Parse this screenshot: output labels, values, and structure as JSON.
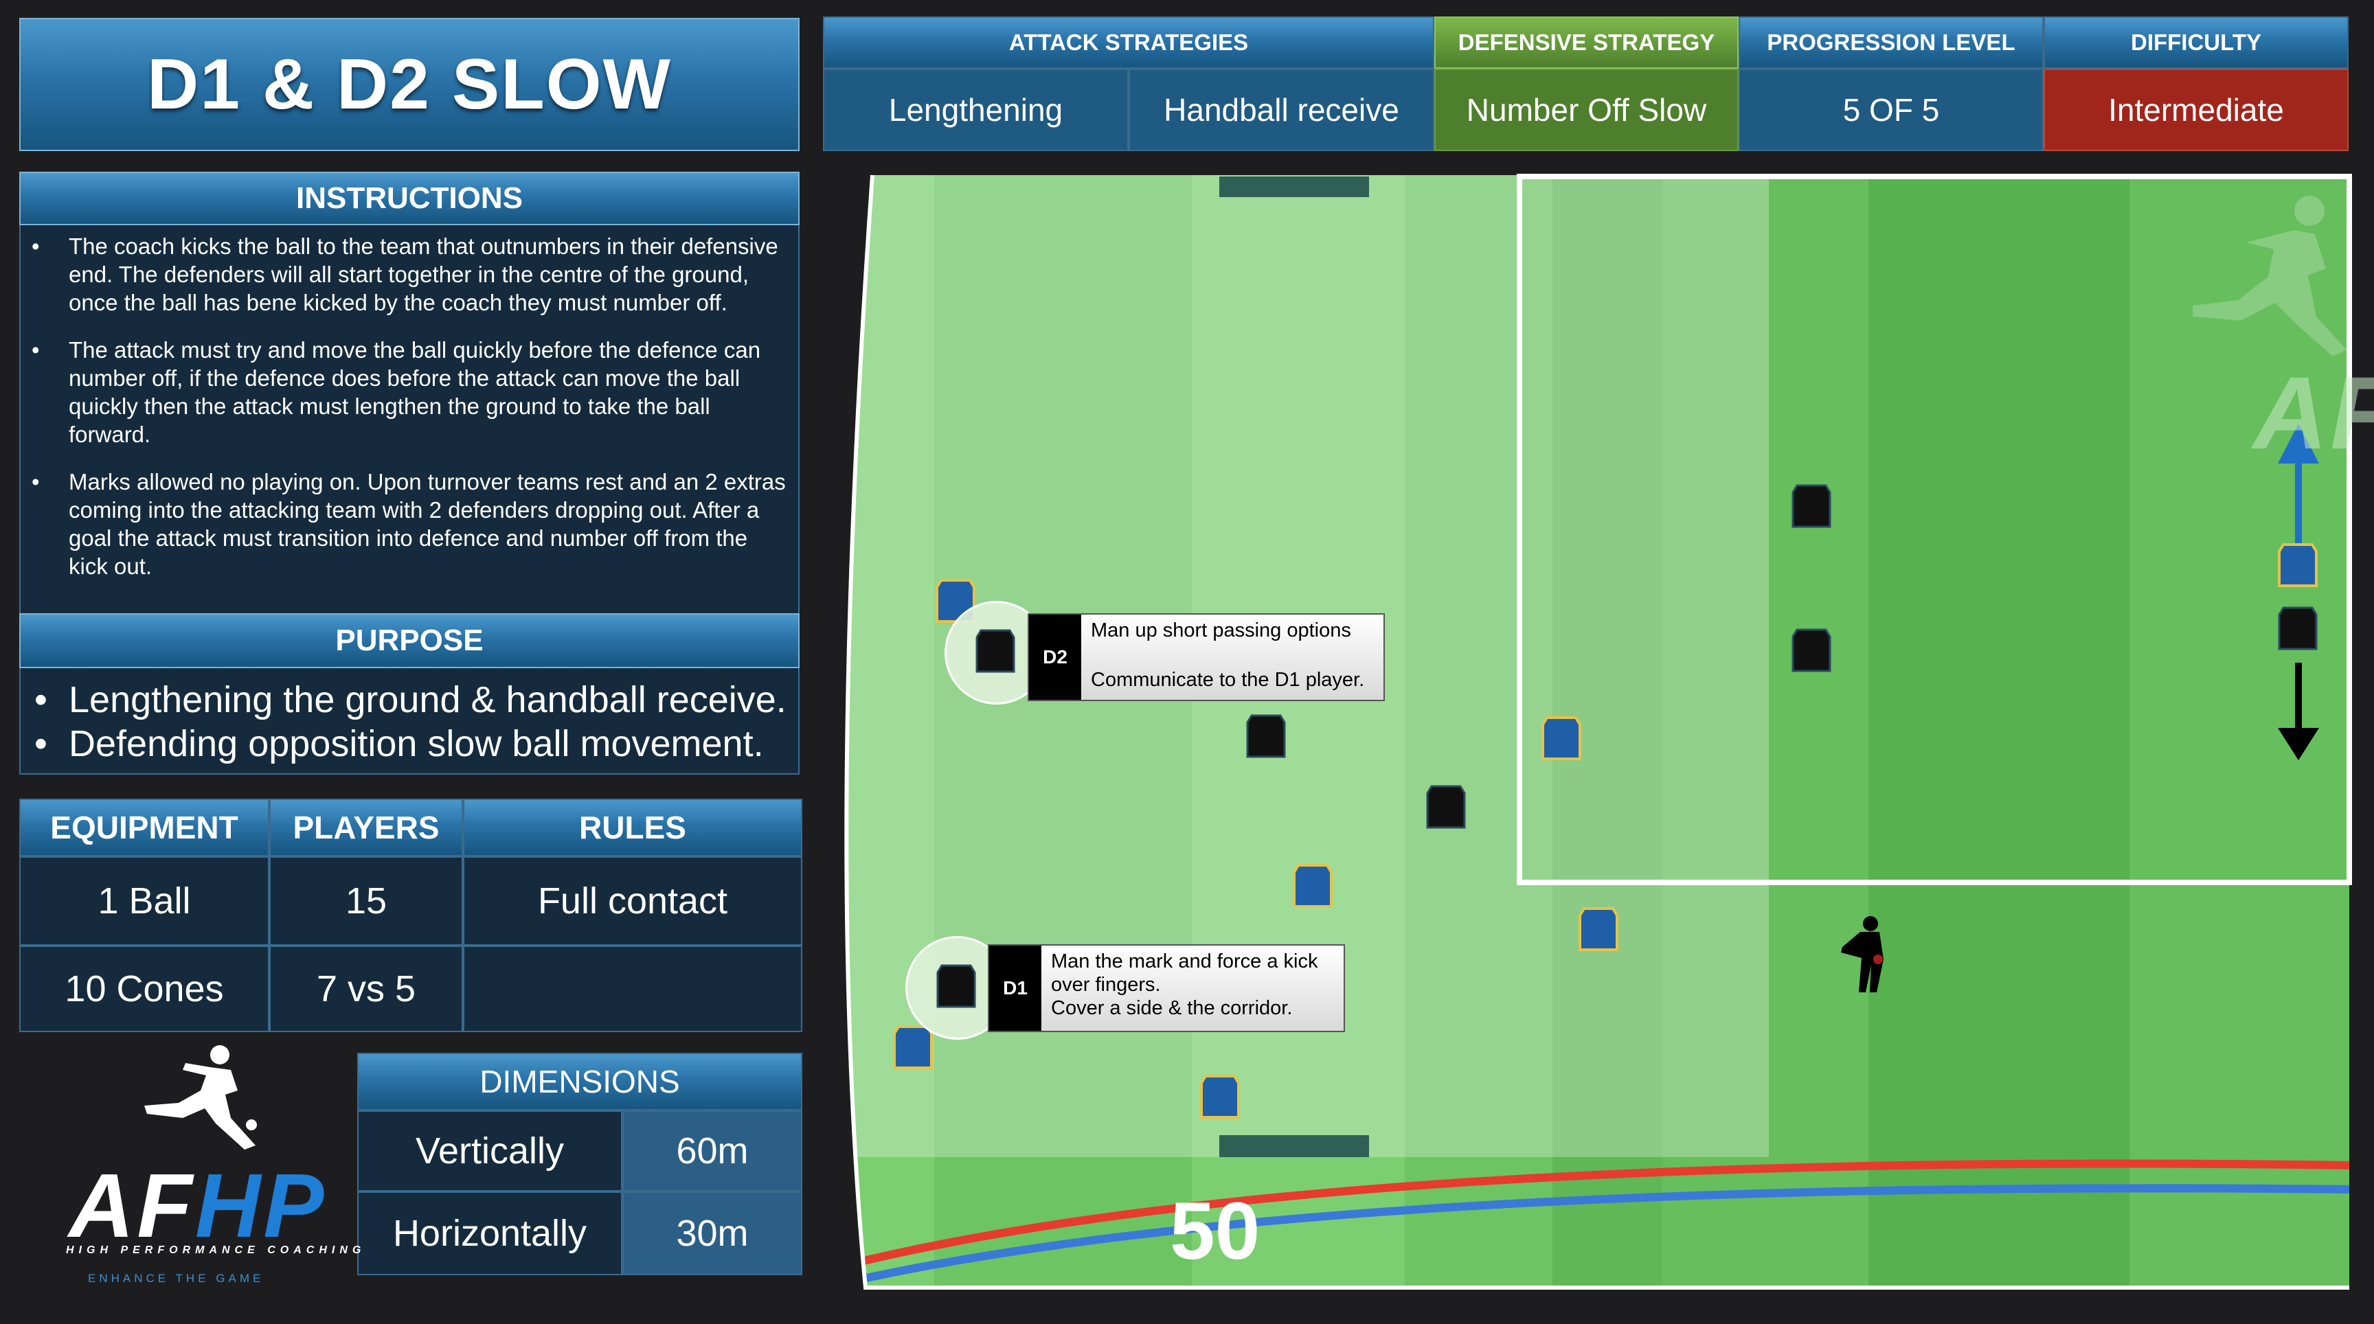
{
  "title": "D1 & D2 SLOW",
  "instructions": {
    "header": "INSTRUCTIONS",
    "items": [
      "The coach kicks the ball to the team that outnumbers in their defensive end. The defenders will all start together in the centre of the ground, once the ball has bene kicked by the coach they must number off.",
      "The attack must try and move the ball quickly before the defence can number off, if the defence does before the attack can move the ball quickly then the attack must lengthen the ground to take the ball forward.",
      "Marks allowed no playing on. Upon turnover teams rest and an 2 extras coming into the attacking team with 2 defenders dropping out. After a goal the attack must transition into defence and number off from the kick out."
    ]
  },
  "purpose": {
    "header": "PURPOSE",
    "items": [
      "Lengthening the ground & handball receive.",
      "Defending opposition slow ball movement."
    ]
  },
  "table": {
    "headers": [
      "EQUIPMENT",
      "PLAYERS",
      "RULES"
    ],
    "rows": [
      [
        "1 Ball",
        "15",
        "Full contact"
      ],
      [
        "10 Cones",
        "7 vs 5",
        ""
      ]
    ]
  },
  "dimensions": {
    "header": "DIMENSIONS",
    "rows": [
      {
        "label": "Vertically",
        "value": "60m"
      },
      {
        "label": "Horizontally",
        "value": "30m"
      }
    ]
  },
  "logo": {
    "text": "AFHP",
    "subtitle": "HIGH PERFORMANCE COACHING",
    "tagline": "ENHANCE THE GAME"
  },
  "top_bar": {
    "attack_header": "ATTACK STRATEGIES",
    "attack_values": [
      "Lengthening",
      "Handball receive"
    ],
    "defensive_header": "DEFENSIVE STRATEGY",
    "defensive_value": "Number Off Slow",
    "progression_header": "PROGRESSION LEVEL",
    "progression_value": "5 OF 5",
    "difficulty_header": "DIFFICULTY",
    "difficulty_value": "Intermediate"
  },
  "field": {
    "marker_50": "50",
    "watermark": "AFH",
    "callouts": [
      {
        "tag": "D2",
        "line1": "Man up short passing options",
        "line2": "Communicate to the D1 player."
      },
      {
        "tag": "D1",
        "line1": "Man the mark and force a kick over fingers.",
        "line2": "Cover a side & the corridor."
      }
    ]
  },
  "colors": {
    "header_blue": "#2a73a8",
    "panel_navy": "#152b3d",
    "defensive_green": "#4e7f2c",
    "difficulty_red": "#a0261c",
    "value_blue": "#2b5f86"
  }
}
